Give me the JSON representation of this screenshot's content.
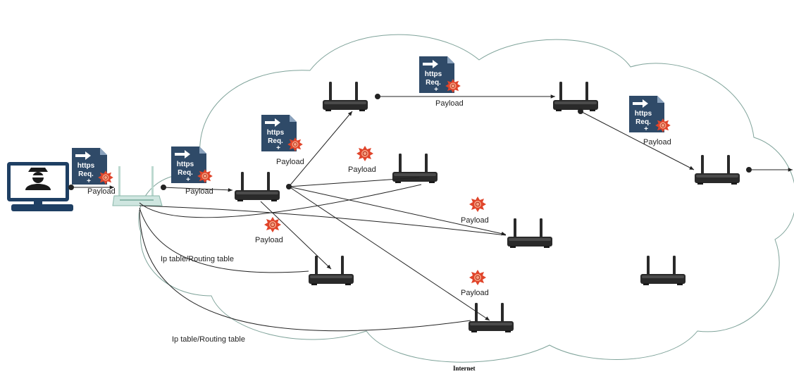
{
  "labels": {
    "payload": "Payload",
    "routing_table": "Ip table/Routing table",
    "footer": "Internet"
  },
  "document_icon": {
    "line1": "https",
    "line2": "Req.",
    "plus": "+"
  },
  "colors": {
    "cloud_stroke": "#7fa39a",
    "document": "#2f4a68",
    "router": "#2a2a2a",
    "modem": "#cfe6e0",
    "attacker": "#1e3f63",
    "payload_burst": "#e0452b",
    "line": "#222222"
  }
}
